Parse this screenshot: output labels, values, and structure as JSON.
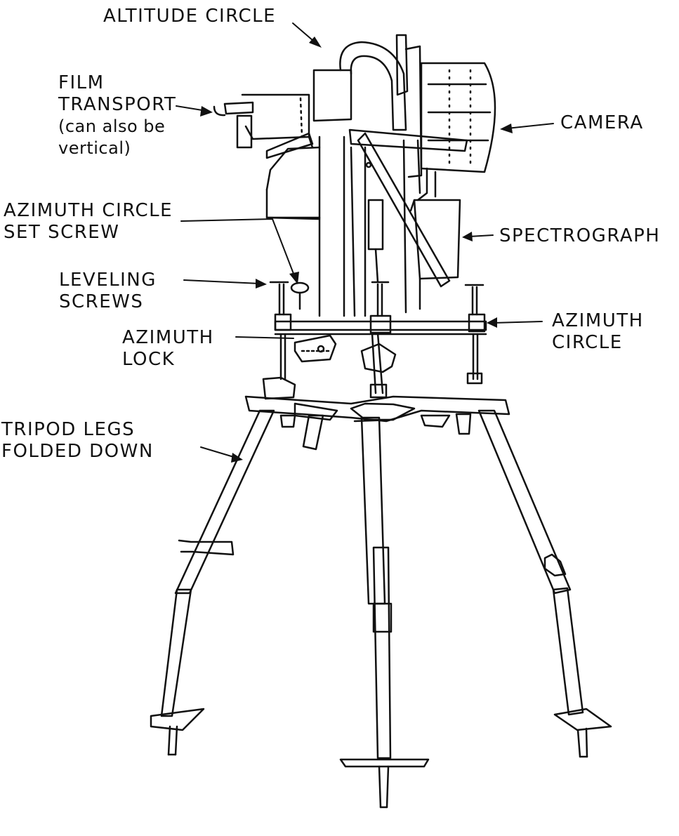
{
  "labels": {
    "altitude_circle": [
      "ALTITUDE CIRCLE"
    ],
    "film_transport": [
      "FILM",
      "TRANSPORT",
      "(can also be",
      "vertical)"
    ],
    "camera": [
      "CAMERA"
    ],
    "azimuth_circle_set_screw": [
      "AZIMUTH CIRCLE",
      "SET SCREW"
    ],
    "spectrograph": [
      "SPECTROGRAPH"
    ],
    "leveling_screws": [
      "LEVELING",
      "SCREWS"
    ],
    "azimuth_circle": [
      "AZIMUTH",
      "CIRCLE"
    ],
    "azimuth_lock": [
      "AZIMUTH",
      "LOCK"
    ],
    "tripod_legs": [
      "TRIPOD LEGS",
      "FOLDED DOWN"
    ]
  },
  "colors": {
    "ink": "#111111",
    "paper": "#ffffff"
  }
}
